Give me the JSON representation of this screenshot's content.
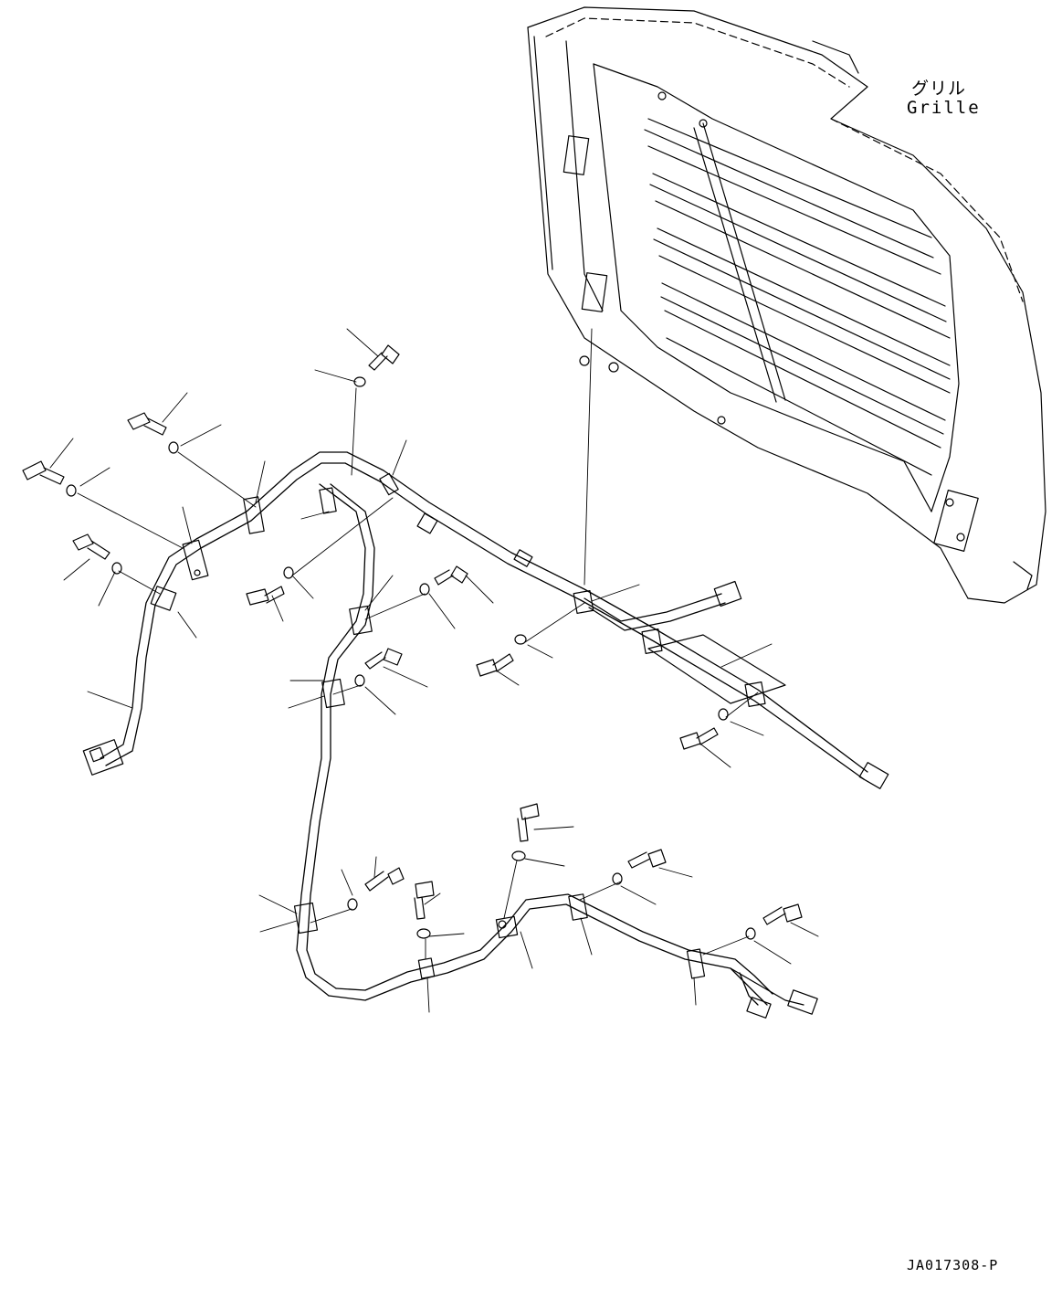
{
  "labels": {
    "grille_jp": "グリル",
    "grille_en": "Grille",
    "drawing_code": "JA017308-P"
  },
  "colors": {
    "line": "#000000",
    "background": "#ffffff"
  }
}
